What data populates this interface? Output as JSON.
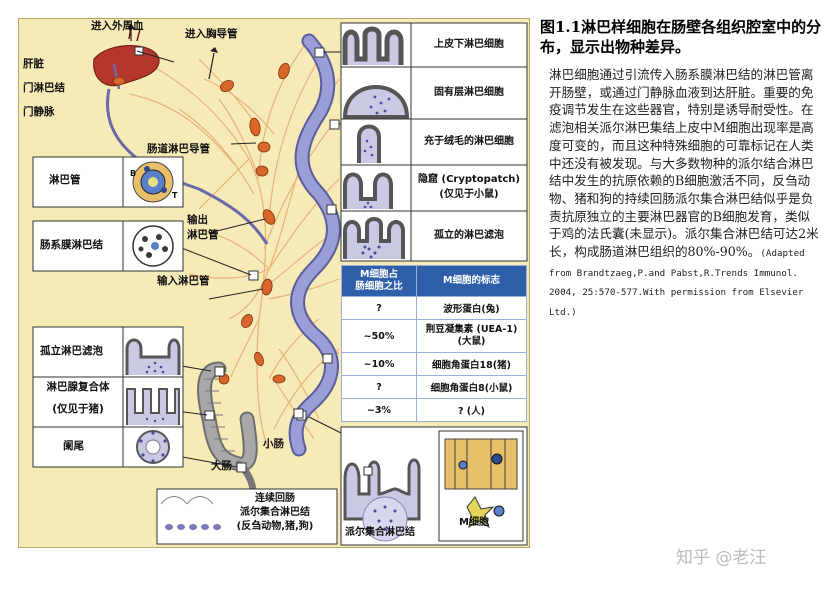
{
  "figure": {
    "labels": {
      "to_peripheral_blood": "进入外周血",
      "to_thoracic_duct": "进入胸导管",
      "liver": "肝脏",
      "portal_lymph_node": "门淋巴结",
      "portal_vein": "门静脉",
      "intestinal_lymph_duct": "肠道淋巴导管",
      "lymph_vessel": "淋巴管",
      "efferent_lymph_line1": "输出",
      "efferent_lymph_line2": "淋巴管",
      "mesenteric_lymph_node": "肠系膜淋巴结",
      "afferent_lymph": "输入淋巴管",
      "isolated_follicle_left": "孤立淋巴滤泡",
      "lymphoglandular_line1": "淋巴腺复合体",
      "lymphoglandular_line2": "(仅见于猪)",
      "appendix": "阑尾",
      "small_intestine": "小肠",
      "large_intestine": "大肠",
      "continuous_ileal_line1": "连续回肠",
      "continuous_ileal_line2": "派尔集合淋巴结",
      "continuous_ileal_line3": "(反刍动物,猪,狗)",
      "peyers_patch": "派尔集合淋巴结",
      "m_cell": "M细胞",
      "marker_b": "B",
      "marker_t": "T"
    },
    "right_panels": [
      "上皮下淋巴细胞",
      "固有层淋巴细胞",
      "充于绒毛的淋巴细胞",
      "隐窟 (Cryptopatch)",
      "(仅见于小鼠)",
      "孤立的淋巴滤泡"
    ],
    "table": {
      "header": [
        "M细胞占\n肠细胞之比",
        "M细胞的标志"
      ],
      "rows": [
        [
          "?",
          "波形蛋白(兔)"
        ],
        [
          "~50%",
          "荆豆凝集素 (UEA-1)\n(大鼠)"
        ],
        [
          "~10%",
          "细胞角蛋白18(猪)"
        ],
        [
          "?",
          "细胞角蛋白8(小鼠)"
        ],
        [
          "~3%",
          "? (人)"
        ]
      ]
    }
  },
  "caption": {
    "title": "图1.1淋巴样细胞在肠壁各组织腔室中的分布，显示出物种差异。",
    "body": "淋巴细胞通过引流传入肠系膜淋巴结的淋巴管离开肠壁，或通过门静脉血液到达肝脏。重要的免疫调节发生在这些器官，特别是诱导耐受性。在滤泡相关派尔淋巴集结上皮中M细胞出现率是高度可变的，而且这种特殊细胞的可靠标记在人类中还没有被发现。与大多数物种的派尔结合淋巴结中发生的抗原依赖的B细胞激活不同，反刍动物、猪和狗的持续回肠派尔集合淋巴结似乎是负责抗原独立的主要淋巴器官的B细胞发育，类似于鸡的法氏囊(未显示)。派尔集合淋巴结可达2米长，构成肠道淋巴组织的80%-90%。",
    "citation": "(Adapted from Brandtzaeg,P.and Pabst,R.Trends Immunol. 2004, 25:570-577.With permission from Elsevier Ltd.)"
  },
  "watermark": "知乎 @老汪",
  "colors": {
    "panel_bg": "#f6ebb6",
    "table_header": "#2e5fa8",
    "intestine": "#8d8fc9",
    "liver": "#b5362c",
    "node": "#d9662a",
    "vessel": "#e7b27c"
  }
}
